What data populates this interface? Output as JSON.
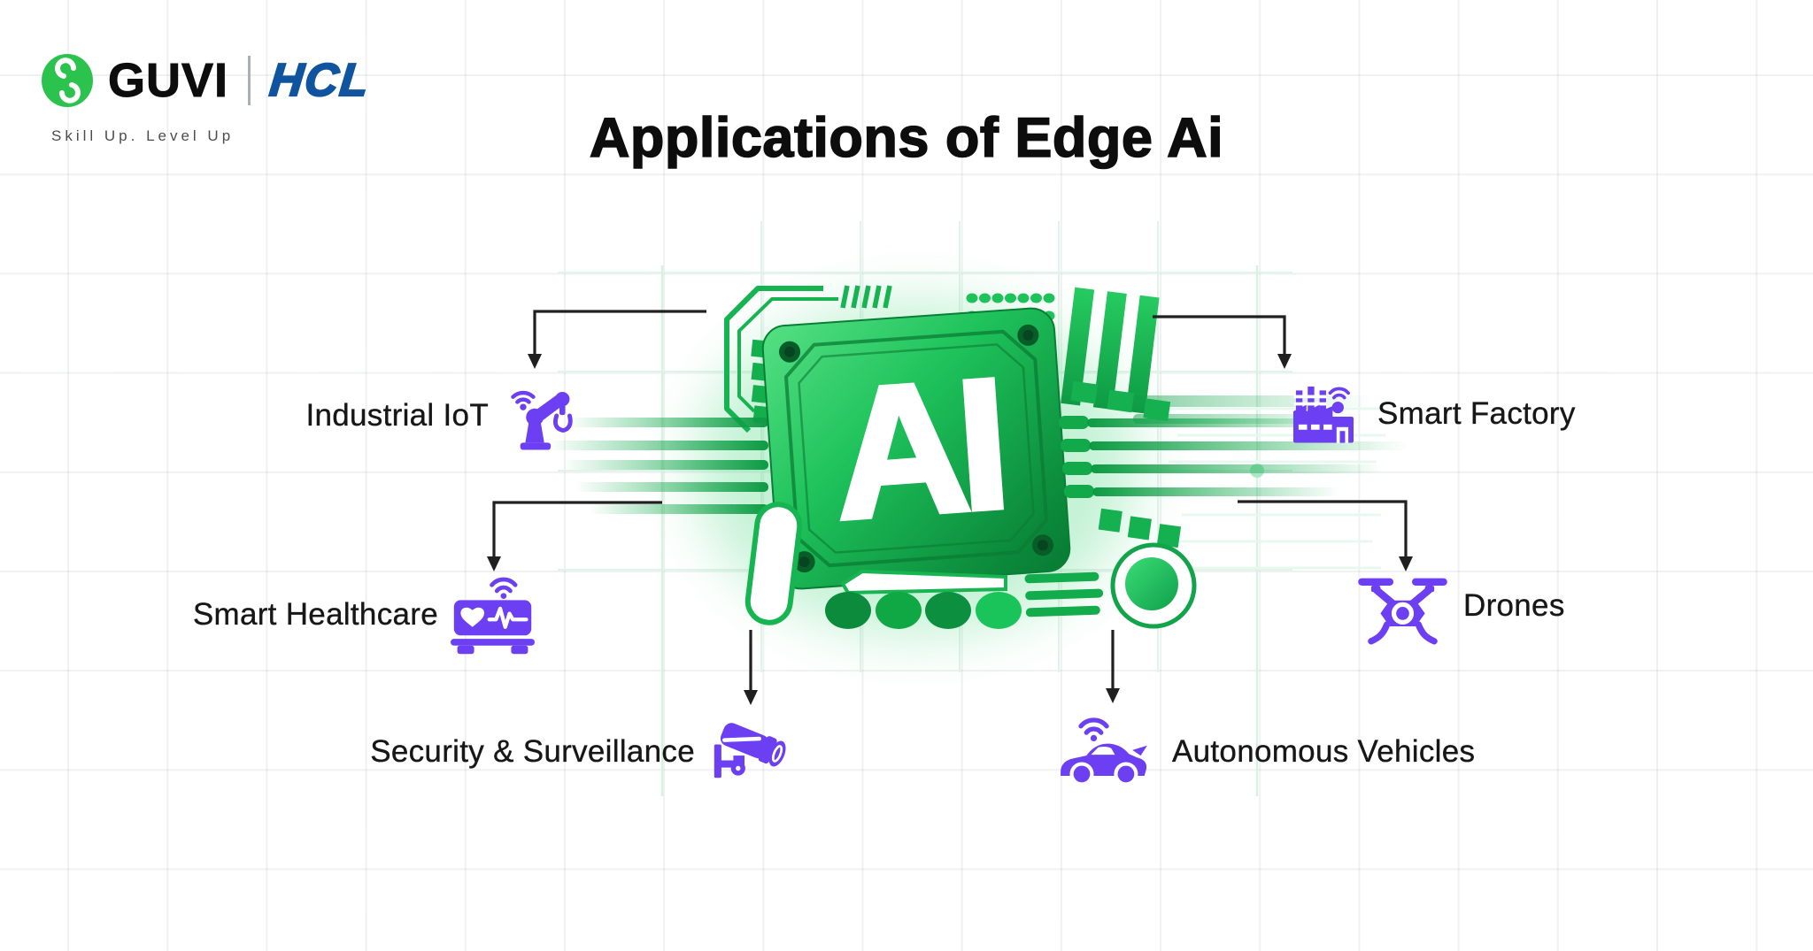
{
  "brand": {
    "guvi_wordmark": "GUVI",
    "hcl_wordmark": "HCL",
    "tagline": "Skill Up. Level Up"
  },
  "title": "Applications of Edge Ai",
  "chip": {
    "label": "AI"
  },
  "applications": [
    {
      "id": "industrial-iot",
      "label": "Industrial IoT",
      "icon": "robot-arm-icon"
    },
    {
      "id": "smart-factory",
      "label": "Smart Factory",
      "icon": "factory-icon"
    },
    {
      "id": "smart-healthcare",
      "label": "Smart Healthcare",
      "icon": "health-monitor-icon"
    },
    {
      "id": "drones",
      "label": "Drones",
      "icon": "drone-icon"
    },
    {
      "id": "security-surveillance",
      "label": "Security & Surveillance",
      "icon": "cctv-camera-icon"
    },
    {
      "id": "autonomous-vehicles",
      "label": "Autonomous Vehicles",
      "icon": "car-icon"
    }
  ],
  "colors": {
    "icon_purple": "#6C40F2",
    "chip_green": "#12B04C",
    "chip_green_light": "#52DE81",
    "chip_green_dark": "#0A7E36",
    "guvi_green": "#2BC24E",
    "hcl_blue": "#10549F",
    "connector_black": "#202020",
    "text_black": "#141414",
    "tagline_gray": "#4c4c4c"
  }
}
